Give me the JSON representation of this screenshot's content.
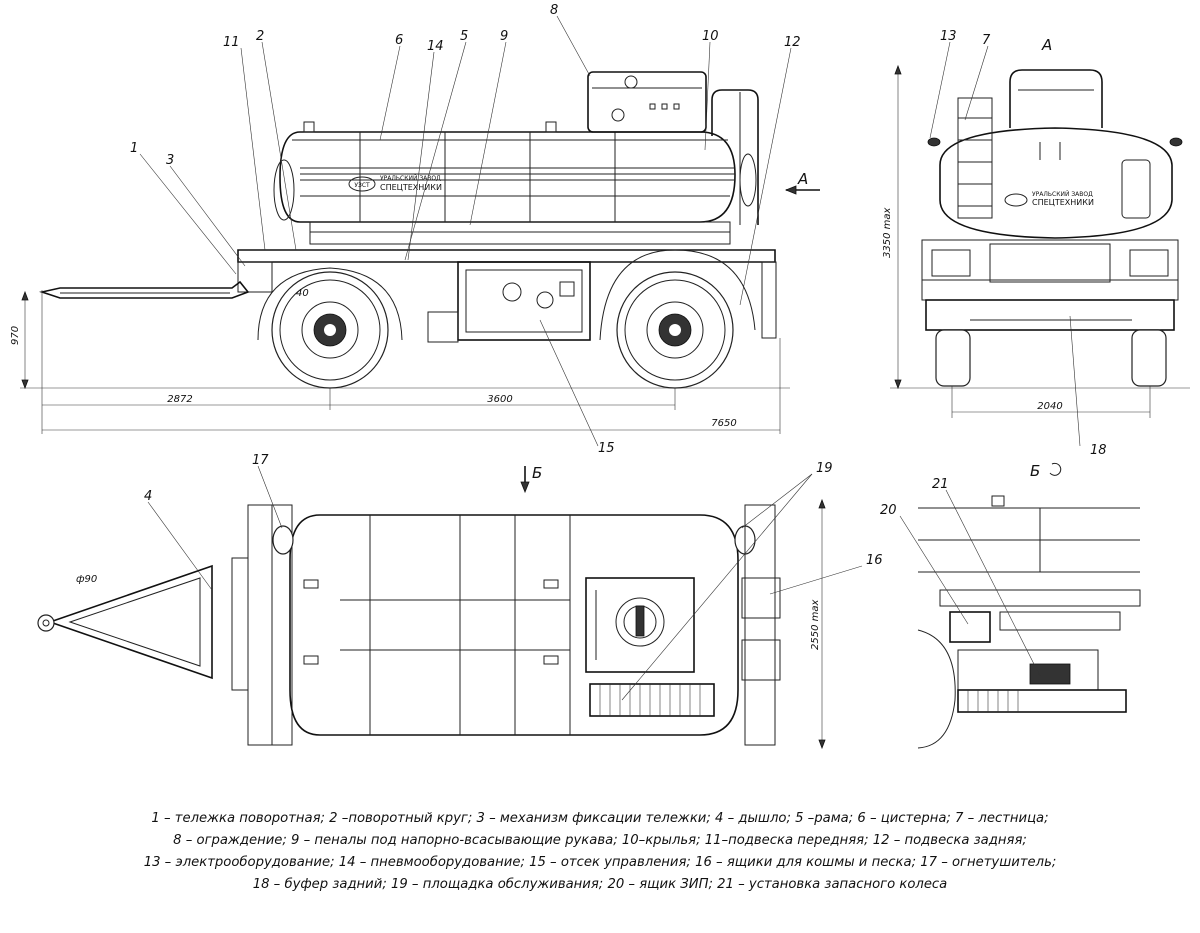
{
  "views": {
    "side_arrow": "А",
    "front_title": "А",
    "top_arrow": "Б",
    "rear_title": "Б"
  },
  "callouts": [
    "1",
    "2",
    "3",
    "4",
    "5",
    "6",
    "7",
    "8",
    "9",
    "10",
    "11",
    "12",
    "13",
    "14",
    "15",
    "16",
    "17",
    "18",
    "19",
    "20",
    "21"
  ],
  "dimensions": {
    "drawbar_height": "970",
    "drawbar_len": "2872",
    "wheelbase": "3600",
    "overall_length": "7650",
    "overall_height": "3350 max",
    "track": "2040",
    "overall_width": "2550 max",
    "eye_diameter": "ф90",
    "angle": "40"
  },
  "badge": {
    "line1": "УРАЛЬСКИЙ ЗАВОД",
    "line2": "СПЕЦТЕХНИКИ",
    "mark": "УЗСТ"
  },
  "legend": [
    "1 – тележка поворотная; 2 –поворотный круг; 3 – механизм фиксации тележки; 4 – дышло; 5 –рама; 6 – цистерна; 7 – лестница;",
    "8 – ограждение; 9 – пеналы под напорно-всасывающие рукава; 10–крылья; 11–подвеска передняя; 12 – подвеска задняя;",
    "13 – электрооборудование; 14 – пневмооборудование; 15 – отсек управления; 16 – ящики для кошмы и песка; 17 – огнетушитель;",
    "18 – буфер задний; 19 – площадка обслуживания; 20 – ящик ЗИП; 21 – установка запасного колеса"
  ]
}
